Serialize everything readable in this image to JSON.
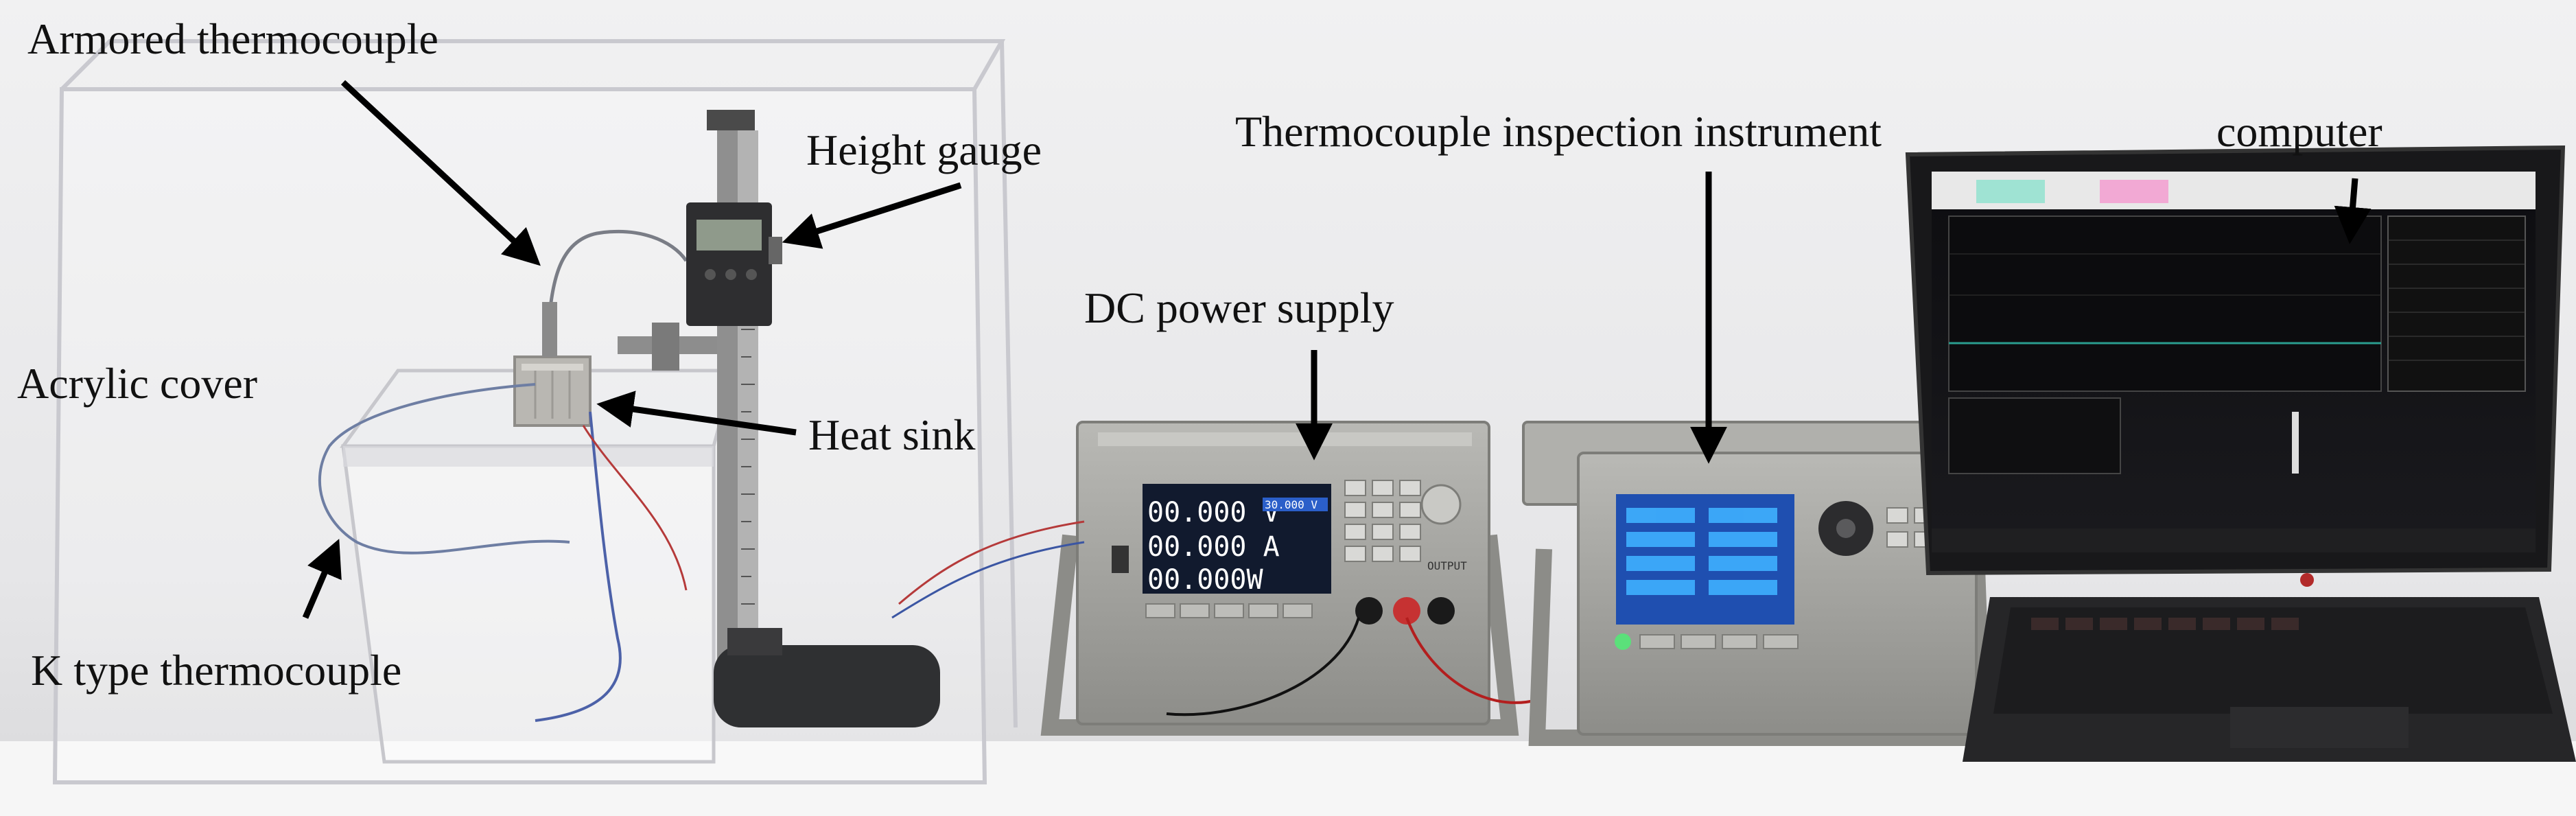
{
  "figure": {
    "labels": {
      "armored_thermocouple": "Armored thermocouple",
      "height_gauge": "Height gauge",
      "acrylic_cover": "Acrylic cover",
      "heat_sink": "Heat sink",
      "k_type_thermocouple": "K type thermocouple",
      "dc_power_supply": "DC power supply",
      "inspection_instrument": "Thermocouple inspection instrument",
      "computer": "computer"
    },
    "power_supply_screen": {
      "voltage": "00.000 V",
      "current": "00.000 A",
      "power": "00.000W",
      "set_voltage": "30.000 V",
      "output_label": "OUTPUT"
    },
    "colors": {
      "background": "#e9e9ea",
      "bench": "#f4f4f4",
      "instrument_gray": "#9a9a96",
      "screen_blue": "#1f4fb0",
      "laptop_dark": "#2a2a2c",
      "arrow": "#000000"
    }
  }
}
